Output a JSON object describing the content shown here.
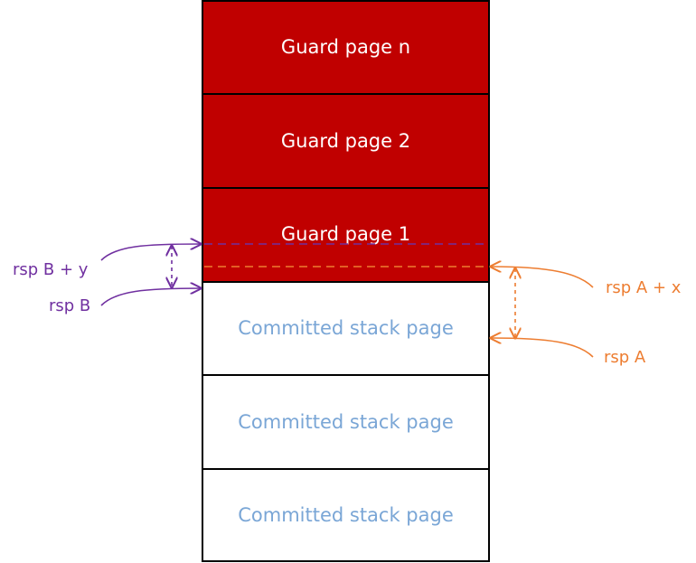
{
  "pages": [
    {
      "label": "Guard page n",
      "kind": "guard"
    },
    {
      "label": "Guard page 2",
      "kind": "guard"
    },
    {
      "label": "Guard page 1",
      "kind": "guard"
    },
    {
      "label": "Committed stack page",
      "kind": "committed"
    },
    {
      "label": "Committed stack page",
      "kind": "committed"
    },
    {
      "label": "Committed stack page",
      "kind": "committed"
    }
  ],
  "markers": {
    "rsp_b_plus_y": "rsp B + y",
    "rsp_b": "rsp B",
    "rsp_a_plus_x": "rsp A + x",
    "rsp_a": "rsp A"
  },
  "colors": {
    "guard_fill": "#c00000",
    "committed_fill": "#ffffff",
    "committed_text": "#7aa6d6",
    "guard_text": "#ffffff",
    "outline": "#000000",
    "rsp_b_color": "#7030a0",
    "rsp_a_color": "#ed7d31"
  }
}
